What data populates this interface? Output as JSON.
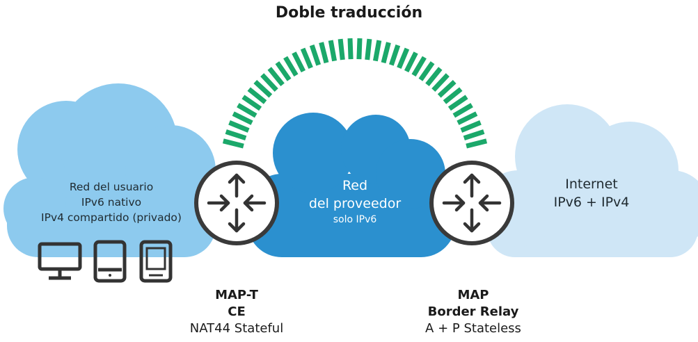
{
  "title": "Doble traducción",
  "user_network": {
    "line1": "Red del usuario",
    "line2": "IPv6 nativo",
    "line3": "IPv4 compartido (privado)"
  },
  "provider_network": {
    "line1": "Red",
    "line2": "del proveedor",
    "line3": "solo IPv6"
  },
  "internet": {
    "line1": "Internet",
    "line2": "IPv6 + IPv4"
  },
  "ce_router": {
    "line1": "MAP-T",
    "line2": "CE",
    "line3": "NAT44 Stateful"
  },
  "border_relay": {
    "line1": "MAP",
    "line2": "Border Relay",
    "line3": "A + P Stateless"
  },
  "colors": {
    "user_cloud": "#8dcaee",
    "provider_cloud": "#2b90cf",
    "internet_cloud": "#cfe6f6",
    "arc_dashes": "#1ba86a",
    "router_ring": "#3a3a3a",
    "devices": "#333333"
  },
  "icons": [
    "router-icon",
    "monitor-icon",
    "tablet-icon",
    "ereader-icon"
  ]
}
